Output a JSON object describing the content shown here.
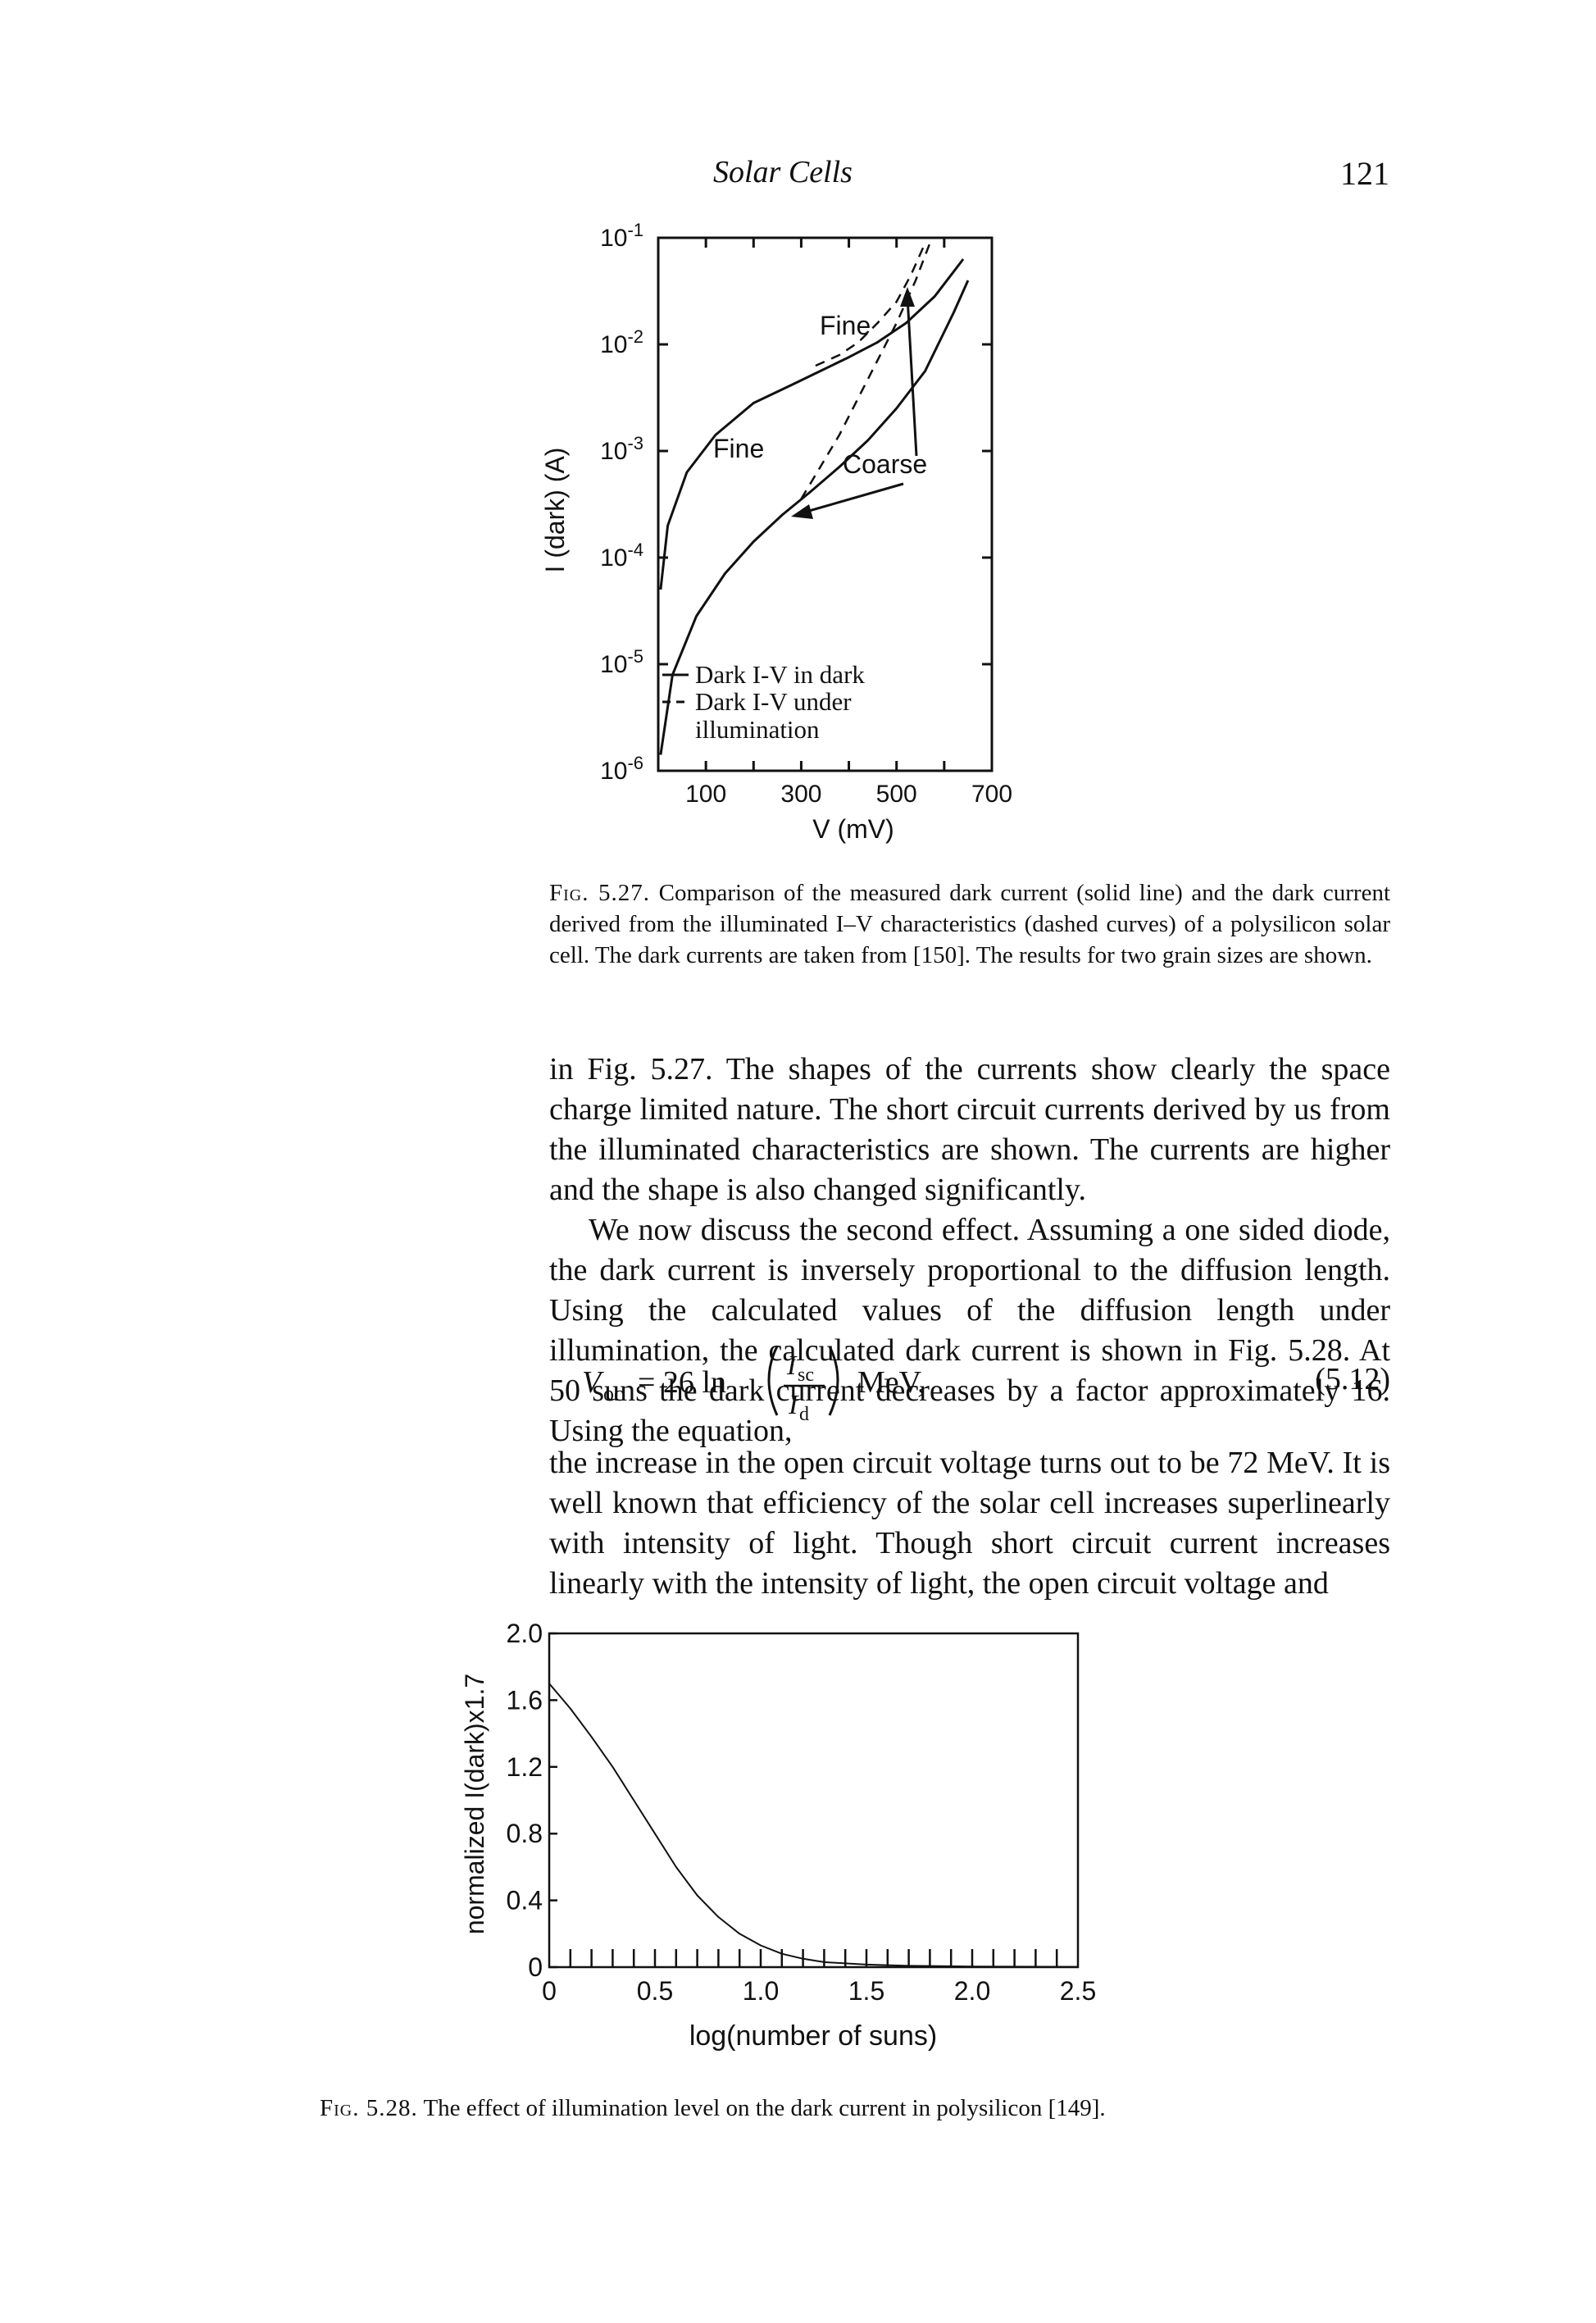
{
  "header": {
    "running_title": "Solar Cells",
    "page_number": "121"
  },
  "figure_527": {
    "caption_label": "Fig. 5.27.",
    "caption_text": "Comparison of the measured dark current (solid line) and the dark current derived from the illuminated I–V characteristics (dashed curves) of a polysilicon solar cell. The dark currents are taken from [150]. The results for two grain sizes are shown.",
    "chart_data": {
      "type": "line",
      "xlabel": "V (mV)",
      "ylabel": "I (dark) (A)",
      "x_ticks": [
        "100",
        "300",
        "500",
        "700"
      ],
      "y_ticks": [
        "10-1",
        "10-2",
        "10-3",
        "10-4",
        "10-5",
        "10-6"
      ],
      "xlim": [
        0,
        700
      ],
      "ylim_log10": [
        -6,
        -1
      ],
      "log_y": true,
      "legend": [
        "Dark I-V in dark",
        "Dark I-V under illumination"
      ],
      "annotations": [
        "Fine",
        "Fine",
        "Coarse"
      ],
      "series": [
        {
          "name": "Dark I-V in dark",
          "style": "solid",
          "grain": "Fine",
          "x": [
            5,
            20,
            60,
            120,
            200,
            280,
            340,
            400,
            460,
            520,
            580,
            640
          ],
          "log10_y": [
            -4.3,
            -3.7,
            -3.2,
            -2.85,
            -2.55,
            -2.38,
            -2.25,
            -2.12,
            -1.98,
            -1.8,
            -1.55,
            -1.2
          ]
        },
        {
          "name": "Dark I-V in dark",
          "style": "solid",
          "grain": "Coarse",
          "x": [
            5,
            30,
            80,
            140,
            200,
            260,
            320,
            380,
            440,
            500,
            560,
            620,
            650
          ],
          "log10_y": [
            -5.85,
            -5.1,
            -4.55,
            -4.15,
            -3.85,
            -3.6,
            -3.38,
            -3.15,
            -2.9,
            -2.6,
            -2.25,
            -1.7,
            -1.4
          ]
        },
        {
          "name": "Dark I-V under illumination",
          "style": "dashed",
          "grain": "Fine",
          "x": [
            330,
            380,
            420,
            460,
            500,
            530,
            560
          ],
          "log10_y": [
            -2.2,
            -2.1,
            -1.98,
            -1.8,
            -1.6,
            -1.35,
            -1.05
          ]
        },
        {
          "name": "Dark I-V under illumination",
          "style": "dashed",
          "grain": "Coarse",
          "x": [
            300,
            340,
            380,
            420,
            460,
            500,
            540,
            570
          ],
          "log10_y": [
            -3.45,
            -3.15,
            -2.85,
            -2.5,
            -2.15,
            -1.8,
            -1.4,
            -1.05
          ]
        }
      ]
    }
  },
  "text": {
    "p1": "in Fig. 5.27. The shapes of the currents show clearly the space charge limited nature. The short circuit currents derived by us from the illuminated characteristics are shown. The currents are higher and the shape is also changed significantly.",
    "p2": "We now discuss the second effect. Assuming a one sided diode, the dark current is inversely proportional to the diffusion length. Using the calculated values of the diffusion length under illumination, the calculated dark current is shown in Fig. 5.28. At 50 suns the dark current decreases by a factor approximately 16. Using the equation,",
    "p3": "the increase in the open circuit voltage turns out to be 72 MeV. It is well known that efficiency of the solar cell increases superlinearly with intensity of light. Though short circuit current increases linearly with the intensity of light, the open circuit voltage and"
  },
  "equation": {
    "lhs": "V",
    "lhs_sub": "oc",
    "equals_coeff": "= 26 ln",
    "num": "I",
    "num_sub": "sc",
    "den": "I",
    "den_sub": "d",
    "unit": "MeV,",
    "number": "(5.12)"
  },
  "figure_528": {
    "caption_label": "Fig. 5.28.",
    "caption_text": "The effect of illumination level on the dark current in polysilicon [149].",
    "chart_data": {
      "type": "line",
      "xlabel": "log(number of suns)",
      "ylabel": "normalized I(dark)x1.7",
      "x_ticks": [
        "0",
        "0.5",
        "1.0",
        "1.5",
        "2.0",
        "2.5"
      ],
      "y_ticks": [
        "2.0",
        "1.6",
        "1.2",
        "0.8",
        "0.4",
        "0"
      ],
      "xlim": [
        0,
        2.5
      ],
      "ylim": [
        0,
        2.0
      ],
      "series": [
        {
          "x": [
            0,
            0.1,
            0.2,
            0.3,
            0.4,
            0.5,
            0.6,
            0.7,
            0.8,
            0.9,
            1.0,
            1.1,
            1.2,
            1.3,
            1.5,
            1.7,
            2.0,
            2.5
          ],
          "y": [
            1.7,
            1.55,
            1.38,
            1.2,
            1.0,
            0.8,
            0.6,
            0.43,
            0.3,
            0.2,
            0.13,
            0.08,
            0.05,
            0.03,
            0.015,
            0.008,
            0.004,
            0.002
          ]
        }
      ]
    }
  }
}
